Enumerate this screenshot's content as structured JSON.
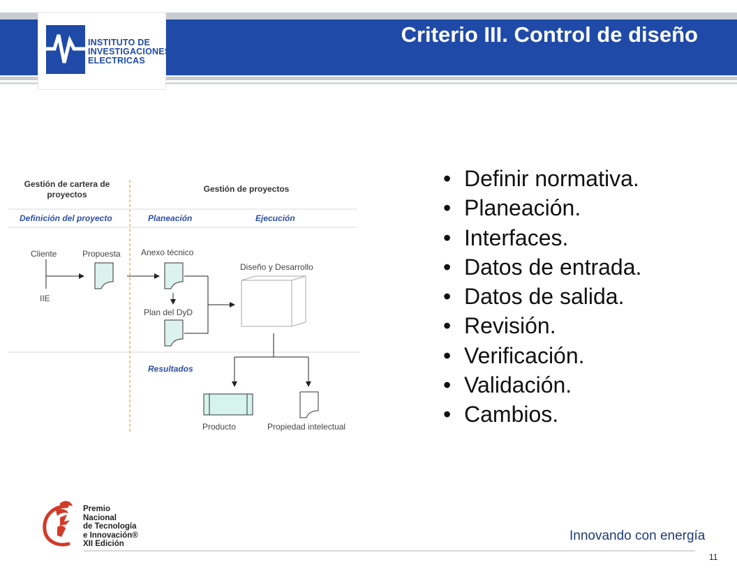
{
  "header": {
    "title": "Criterio III. Control de diseño",
    "logo_lines": [
      "INSTITUTO DE",
      "INVESTIGACIONES",
      "ELECTRICAS"
    ]
  },
  "diagram": {
    "column_headers": {
      "left": "Gestión de cartera de proyectos",
      "right": "Gestión de proyectos"
    },
    "phases": {
      "definicion": "Definición del proyecto",
      "planeacion": "Planeación",
      "ejecucion": "Ejecución",
      "resultados": "Resultados"
    },
    "nodes": {
      "cliente": "Cliente",
      "iie": "IIE",
      "propuesta": "Propuesta",
      "anexo": "Anexo técnico",
      "plan": "Plan del DyD",
      "diseno": "Diseño y Desarrollo",
      "producto": "Producto",
      "propiedad": "Propiedad intelectual"
    }
  },
  "bullets": [
    "Definir normativa.",
    "Planeación.",
    "Interfaces.",
    "Datos de entrada.",
    "Datos de salida.",
    "Revisión.",
    "Verificación.",
    "Validación.",
    "Cambios."
  ],
  "footer": {
    "premio_lines": [
      "Premio",
      "Nacional",
      "de Tecnología",
      "e Innovación®",
      "XII Edición"
    ],
    "tagline": "Innovando con energía",
    "slide_number": "11"
  },
  "colors": {
    "header_blue": "#1f4aa8",
    "title_text": "#ffffff",
    "phase_text": "#2e4fa3",
    "divider_orange": "#f0a050",
    "product_fill": "#d6f3ec",
    "premio_red": "#d23a2a"
  }
}
